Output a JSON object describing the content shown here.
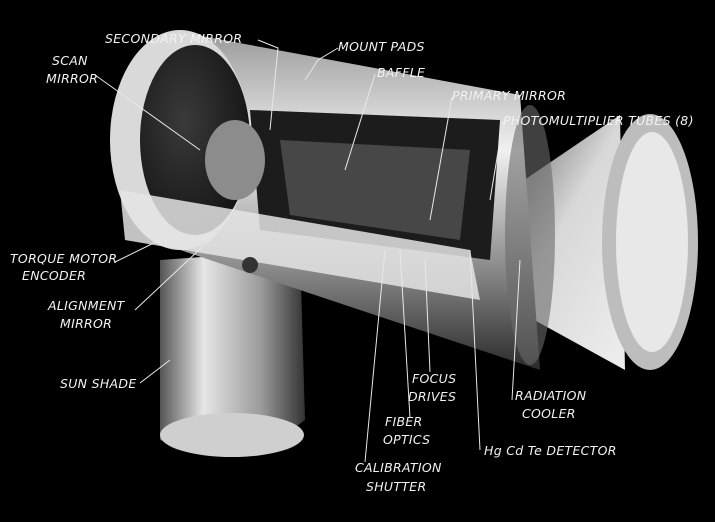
{
  "labels": {
    "secondary_mirror": "SECONDARY MIRROR",
    "mount_pads": "MOUNT PADS",
    "baffle": "BAFFLE",
    "primary_mirror": "PRIMARY MIRROR",
    "photomultiplier_tubes": "PHOTOMULTIPLIER TUBES (8)",
    "scan_mirror_1": "SCAN",
    "scan_mirror_2": "MIRROR",
    "torque_motor_1": "TORQUE MOTOR",
    "torque_motor_2": "ENCODER",
    "alignment_mirror_1": "ALIGNMENT",
    "alignment_mirror_2": "MIRROR",
    "sun_shade": "SUN SHADE",
    "focus_drives_1": "FOCUS",
    "focus_drives_2": "DRIVES",
    "radiation_cooler_1": "RADIATION",
    "radiation_cooler_2": "COOLER",
    "fiber_optics_1": "FIBER",
    "fiber_optics_2": "OPTICS",
    "detector": "Hg Cd Te DETECTOR",
    "calibration_shutter_1": "CALIBRATION",
    "calibration_shutter_2": "SHUTTER"
  }
}
